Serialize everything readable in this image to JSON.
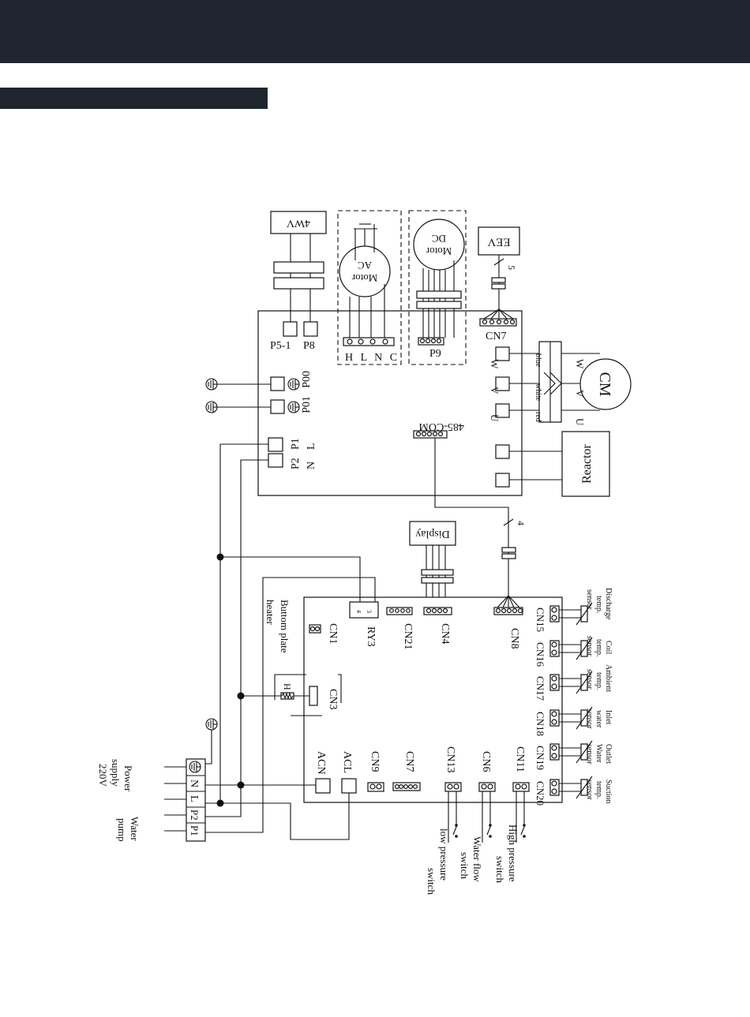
{
  "labels": {
    "fourway": "4WV",
    "ac_motor": "AC Motor",
    "dc_motor": "DC Motor",
    "eev": "EEV",
    "eev_count": "5",
    "p5_1": "P5-1",
    "p8": "P8",
    "p9": "P9",
    "cn7_top": "CN7",
    "hlnc": "H L N C",
    "p00": "P00",
    "p01": "P01",
    "p1": "P1",
    "p2": "P2",
    "l": "L",
    "n": "N",
    "w": "W",
    "v": "V",
    "u": "U",
    "red": "red",
    "white": "white",
    "blue": "blue",
    "cm": "CM",
    "com485": "485-COM",
    "reactor": "Reactor",
    "display": "Display",
    "count4": "4",
    "heater": "Buttom plate heater",
    "h": "H",
    "cn1": "CN1",
    "cn3": "CN3",
    "ry3": "RY3",
    "cn21": "CN21",
    "cn4": "CN4",
    "cn8": "CN8",
    "cn15": "CN15",
    "cn16": "CN16",
    "cn17": "CN17",
    "cn18": "CN18",
    "cn19": "CN19",
    "cn20": "CN20",
    "acn": "ACN",
    "acl": "ACL",
    "cn9": "CN9",
    "cn7": "CN7",
    "cn13": "CN13",
    "cn6": "CN6",
    "cn11": "CN11",
    "discharge": "Discharge temp. sensor",
    "coil": "Coil temp. sensor",
    "ambient": "Ambient temp. sensor",
    "inlet": "Inlet water sensor",
    "outlet": "Outlet Water sensor",
    "suction": "Suction temp. sensor",
    "low_pressure": "low pressure switch",
    "water_flow": "Water flow switch",
    "high_pressure": "High pressure switch",
    "power_supply": "Power supply 220V",
    "water_pump": "Water pump",
    "tb_p1": "P1",
    "tb_p2": "P2",
    "tb_l": "L",
    "tb_n": "N"
  }
}
